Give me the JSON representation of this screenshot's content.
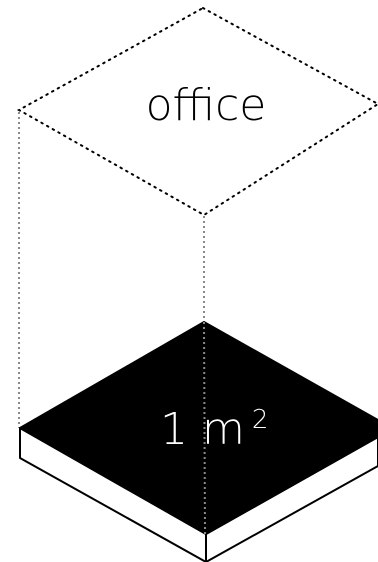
{
  "diagram": {
    "volume_label": "office",
    "area_number": "1",
    "area_unit": "m",
    "area_exponent": "2",
    "colors": {
      "tile_top": "#000000",
      "tile_sides": "#ffffff",
      "outline": "#000000",
      "dotted_lines": "#8a8a8a",
      "background": "#ffffff"
    }
  }
}
